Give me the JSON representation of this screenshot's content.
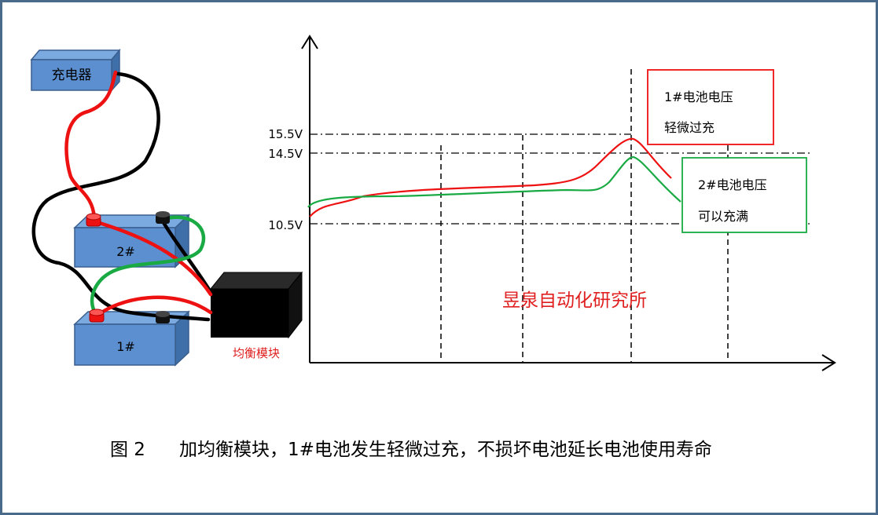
{
  "labels": {
    "charger": "充电器",
    "battery2": "2#",
    "battery1": "1#",
    "balancer": "均衡模块",
    "watermark": "昱泉自动化研究所"
  },
  "axis": {
    "v155": "15.5V",
    "v145": "14.5V",
    "v105": "10.5V"
  },
  "callouts": {
    "red": {
      "line1": "1#电池电压",
      "line2": "轻微过充"
    },
    "green": {
      "line1": "2#电池电压",
      "line2": "可以充满"
    }
  },
  "caption": {
    "figure": "图 2",
    "text": "加均衡模块，1#电池发生轻微过充，不损坏电池延长电池使用寿命"
  },
  "colors": {
    "box_front": "#5b8fcf",
    "box_top": "#7aaae0",
    "box_side": "#3f6fa8",
    "box_stroke": "#3a5f8f",
    "red_wire": "#ee1111",
    "green_wire": "#1aaa44",
    "black_wire": "#000000",
    "red_text": "#e02020"
  }
}
